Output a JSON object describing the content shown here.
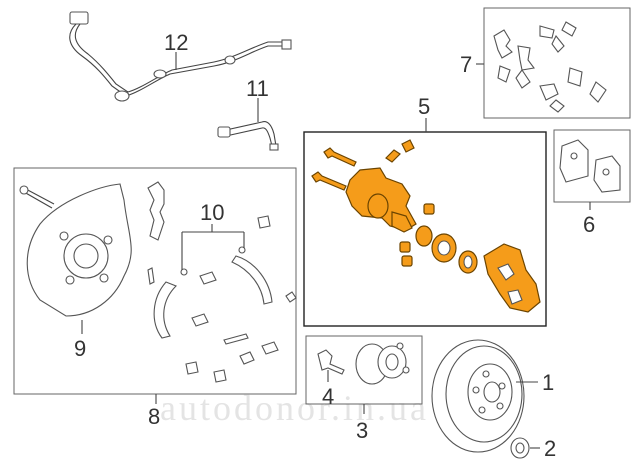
{
  "watermark": "autodonor.in.ua",
  "callouts": {
    "c1": "1",
    "c2": "2",
    "c3": "3",
    "c4": "4",
    "c5": "5",
    "c6": "6",
    "c7": "7",
    "c8": "8",
    "c9": "9",
    "c10": "10",
    "c11": "11",
    "c12": "12"
  },
  "colors": {
    "highlight": "#f59c1a",
    "line": "#444444",
    "background": "#ffffff"
  }
}
